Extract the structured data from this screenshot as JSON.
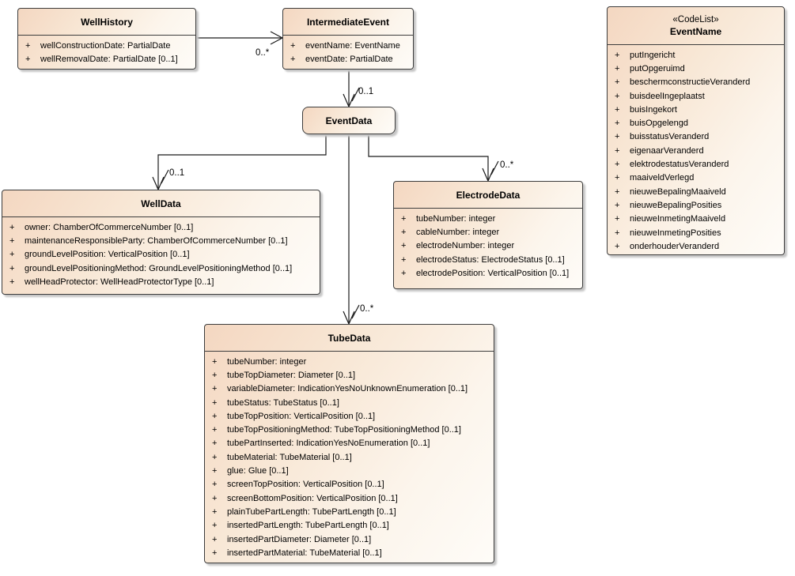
{
  "diagram": {
    "visibility_symbol": "+",
    "classes": {
      "wellHistory": {
        "title": "WellHistory",
        "attributes": [
          "wellConstructionDate: PartialDate",
          "wellRemovalDate: PartialDate [0..1]"
        ]
      },
      "intermediateEvent": {
        "title": "IntermediateEvent",
        "attributes": [
          "eventName: EventName",
          "eventDate: PartialDate"
        ]
      },
      "eventName": {
        "stereotype": "«CodeList»",
        "title": "EventName",
        "attributes": [
          "putIngericht",
          "putOpgeruimd",
          "beschermconstructieVeranderd",
          "buisdeelIngeplaatst",
          "buisIngekort",
          "buisOpgelengd",
          "buisstatusVeranderd",
          "eigenaarVeranderd",
          "elektrodestatusVeranderd",
          "maaiveldVerlegd",
          "nieuweBepalingMaaiveld",
          "nieuweBepalingPosities",
          "nieuweInmetingMaaiveld",
          "nieuweInmetingPosities",
          "onderhouderVeranderd"
        ]
      },
      "eventData": {
        "title": "EventData",
        "attributes": []
      },
      "wellData": {
        "title": "WellData",
        "attributes": [
          "owner: ChamberOfCommerceNumber [0..1]",
          "maintenanceResponsibleParty: ChamberOfCommerceNumber [0..1]",
          "groundLevelPosition: VerticalPosition [0..1]",
          "groundLevelPositioningMethod: GroundLevelPositioningMethod [0..1]",
          "wellHeadProtector: WellHeadProtectorType [0..1]"
        ]
      },
      "electrodeData": {
        "title": "ElectrodeData",
        "attributes": [
          "tubeNumber: integer",
          "cableNumber: integer",
          "electrodeNumber: integer",
          "electrodeStatus: ElectrodeStatus [0..1]",
          "electrodePosition: VerticalPosition [0..1]"
        ]
      },
      "tubeData": {
        "title": "TubeData",
        "attributes": [
          "tubeNumber: integer",
          "tubeTopDiameter: Diameter [0..1]",
          "variableDiameter: IndicationYesNoUnknownEnumeration [0..1]",
          "tubeStatus: TubeStatus [0..1]",
          "tubeTopPosition: VerticalPosition [0..1]",
          "tubeTopPositioningMethod: TubeTopPositioningMethod [0..1]",
          "tubePartInserted: IndicationYesNoEnumeration [0..1]",
          "tubeMaterial: TubeMaterial [0..1]",
          "glue: Glue [0..1]",
          "screenTopPosition: VerticalPosition [0..1]",
          "screenBottomPosition: VerticalPosition [0..1]",
          "plainTubePartLength: TubePartLength [0..1]",
          "insertedPartLength: TubePartLength [0..1]",
          "insertedPartDiameter: Diameter [0..1]",
          "insertedPartMaterial: TubeMaterial [0..1]"
        ]
      }
    },
    "associations": [
      {
        "from": "WellHistory",
        "to": "IntermediateEvent",
        "multiplicity": "0..*"
      },
      {
        "from": "IntermediateEvent",
        "to": "EventData",
        "multiplicity": "0..1"
      },
      {
        "from": "EventData",
        "to": "WellData",
        "multiplicity": "0..1"
      },
      {
        "from": "EventData",
        "to": "TubeData",
        "multiplicity": "0..*"
      },
      {
        "from": "EventData",
        "to": "ElectrodeData",
        "multiplicity": "0..*"
      }
    ],
    "colors": {
      "node_fill_start": "#f4d7c1",
      "node_fill_end": "#fefcf8",
      "node_border": "#3c3c3c",
      "connector": "#1a1a1a",
      "shadow": "#c6c6c6"
    }
  }
}
